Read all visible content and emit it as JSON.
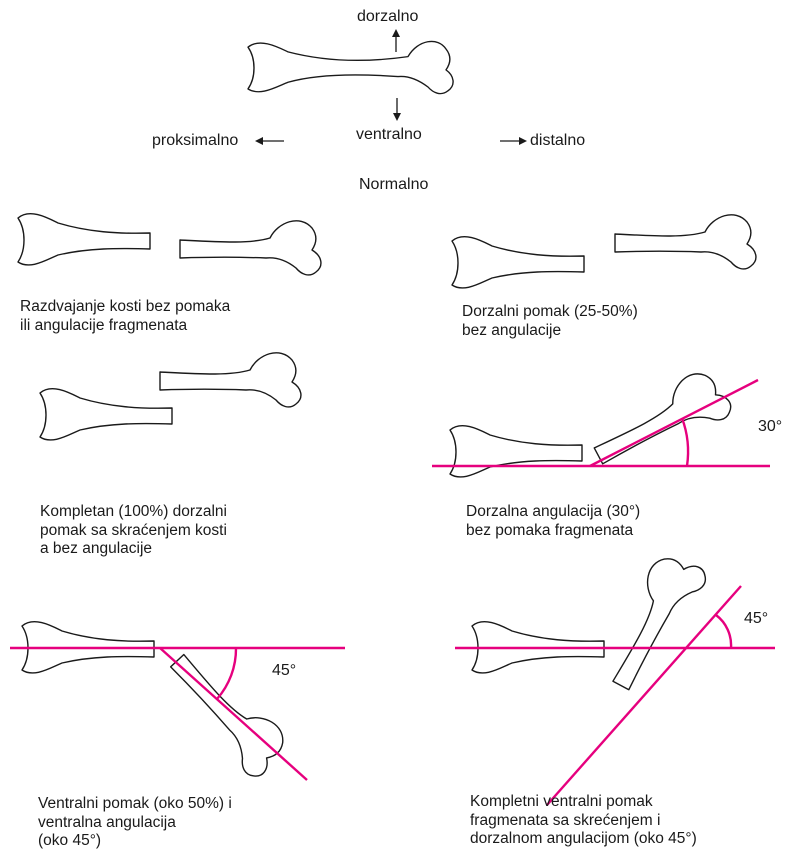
{
  "colors": {
    "angle_line": "#e6007e",
    "bone_outline": "#1a1a1a"
  },
  "directions": {
    "dorsal": "dorzalno",
    "ventral": "ventralno",
    "proximal": "proksimalno",
    "distal": "distalno"
  },
  "normal_label": "Normalno",
  "panels": [
    {
      "caption": "Razdvajanje kosti bez pomaka\nili angulacije fragmenata"
    },
    {
      "caption": "Dorzalni pomak (25-50%)\nbez angulacije"
    },
    {
      "caption": "Kompletan (100%) dorzalni\npomak sa skraćenjem kosti\na bez angulacije"
    },
    {
      "caption": "Dorzalna angulacija (30°)\nbez pomaka fragmenata",
      "angle": "30°"
    },
    {
      "caption": "Ventralni pomak (oko 50%) i\nventralna angulacija\n(oko 45°)",
      "angle": "45°"
    },
    {
      "caption": "Kompletni ventralni pomak\nfragmenata sa skrećenjem i\ndorzalnom angulacijom (oko 45°)",
      "angle": "45°"
    }
  ]
}
